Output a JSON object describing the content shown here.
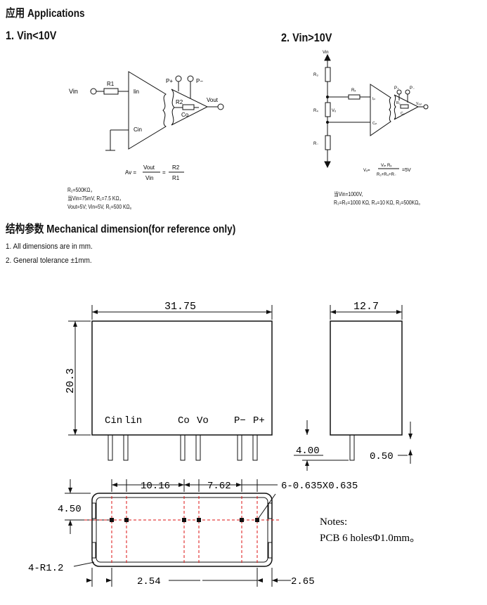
{
  "applications": {
    "heading": "应用 Applications",
    "case1": {
      "title": "1. Vin<10V",
      "vin": "Vin",
      "r1": "R1",
      "lin": "lin",
      "cin": "Cin",
      "pplus": "P+",
      "pminus": "P−",
      "r2": "R2",
      "co": "Co",
      "vout": "Vout",
      "formula_av": "Av =",
      "formula_num1": "Vout",
      "formula_den1": "Vin",
      "formula_eq": "=",
      "formula_num2": "R2",
      "formula_den2": "R1",
      "note1": "R₂=500KΩ，",
      "note2": "当Vin=75mV, R₁=7.5 KΩ，",
      "note3": "Vout=5V; Vin=5V, R₁=500 KΩ。"
    },
    "case2": {
      "title": "2. Vin>10V",
      "vin": "Vin",
      "r3": "R₃",
      "r4": "R₄",
      "r5": "R₋",
      "rx": "Rₓ",
      "vx": "Vₓ",
      "lin": "Iᵢₙ",
      "cin": "Cᵢₙ",
      "pplus": "P₊",
      "pminus": "P₋",
      "r2": "R₂",
      "co": "Cₒ",
      "vout": "Vₒᵤₜ",
      "formula_lhs": "Vₓ=",
      "formula_num": "Vᵢₙ Rₓ",
      "formula_den": "R₃+R₄+R₋",
      "formula_rhs": "=5V",
      "note1": "当Vin=1000V,",
      "note2": "R₃=R₅=1000 KΩ, R₄=10 KΩ, R₁=500KΩ。"
    }
  },
  "mechanical": {
    "heading": "结构参数 Mechanical dimension(for reference only)",
    "notes": [
      "1. All dimensions are in mm.",
      "2. General tolerance ±1mm."
    ],
    "dims": {
      "width": "31.75",
      "height": "20.3",
      "depth": "12.7",
      "pin_len": "4.00",
      "pin_w": "0.50",
      "pitch1": "10.16",
      "pitch2": "7.62",
      "holes": "6-0.635X0.635",
      "edge_y": "4.50",
      "radius": "4-R1.2",
      "edge_x1": "2.54",
      "edge_x2": "2.65"
    },
    "pin_labels": {
      "cin": "Cin",
      "lin": "lin",
      "co": "Co",
      "vo": "Vo",
      "pminus": "P−",
      "pplus": "P+"
    },
    "pcb_notes": {
      "title": "Notes:",
      "line": "PCB 6 holesΦ1.0mm。"
    }
  }
}
